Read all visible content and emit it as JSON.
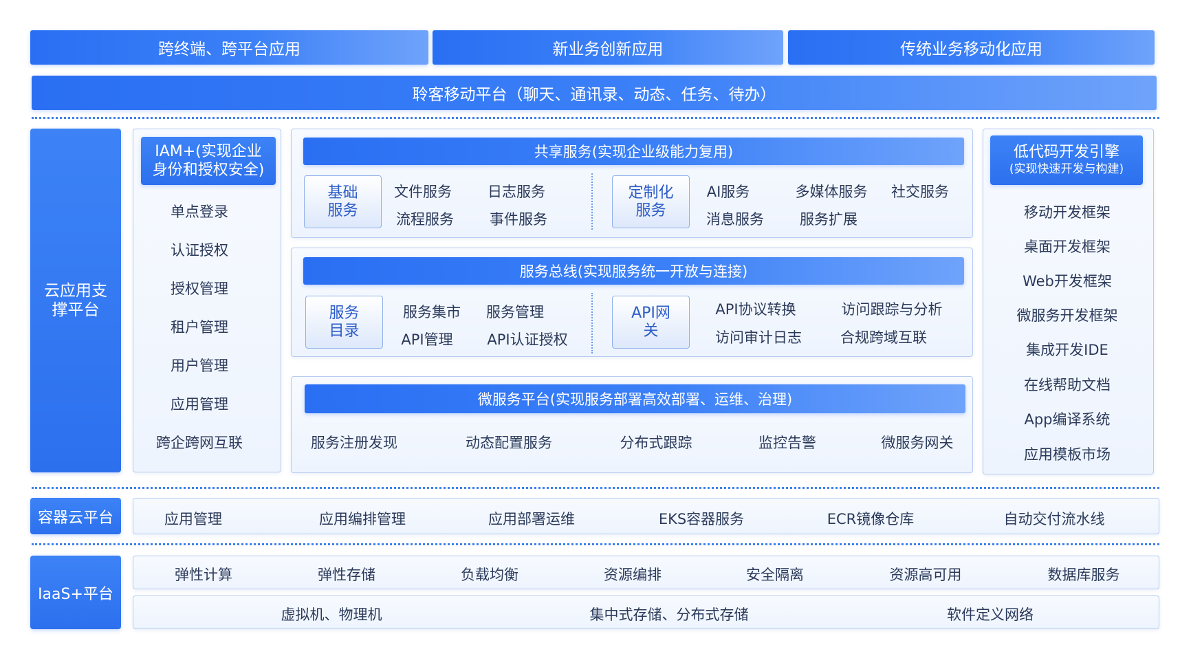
{
  "top_apps": [
    "跨终端、跨平台应用",
    "新业务创新应用",
    "传统业务移动化应用"
  ],
  "mobile_platform": "聆客移动平台（聊天、通讯录、动态、任务、待办）",
  "cloud_support": {
    "title": "云应用支撑平台",
    "iam": {
      "title": "IAM+(实现企业身份和授权安全)",
      "items": [
        "单点登录",
        "认证授权",
        "授权管理",
        "租户管理",
        "用户管理",
        "应用管理",
        "跨企跨网互联"
      ]
    },
    "shared_services": {
      "title": "共享服务(实现企业级能力复用)",
      "basic": {
        "label": "基础服务",
        "items": [
          "文件服务",
          "日志服务",
          "流程服务",
          "事件服务"
        ]
      },
      "custom": {
        "label": "定制化服务",
        "items": [
          "AI服务",
          "多媒体服务",
          "社交服务",
          "消息服务",
          "服务扩展"
        ]
      }
    },
    "service_bus": {
      "title": "服务总线(实现服务统一开放与连接)",
      "catalog": {
        "label": "服务目录",
        "items": [
          "服务集市",
          "服务管理",
          "API管理",
          "API认证授权"
        ]
      },
      "gateway": {
        "label": "API网关",
        "items": [
          "API协议转换",
          "访问跟踪与分析",
          "访问审计日志",
          "合规跨域互联"
        ]
      }
    },
    "microservice": {
      "title": "微服务平台(实现服务部署高效部署、运维、治理)",
      "items": [
        "服务注册发现",
        "动态配置服务",
        "分布式跟踪",
        "监控告警",
        "微服务网关"
      ]
    },
    "lowcode": {
      "title": "低代码开发引擎",
      "subtitle": "(实现快速开发与构建)",
      "items": [
        "移动开发框架",
        "桌面开发框架",
        "Web开发框架",
        "微服务开发框架",
        "集成开发IDE",
        "在线帮助文档",
        "App编译系统",
        "应用模板市场"
      ]
    }
  },
  "container": {
    "title": "容器云平台",
    "items": [
      "应用管理",
      "应用编排管理",
      "应用部署运维",
      "EKS容器服务",
      "ECR镜像仓库",
      "自动交付流水线"
    ]
  },
  "iaas": {
    "title": "IaaS+平台",
    "row1": [
      "弹性计算",
      "弹性存储",
      "负载均衡",
      "资源编排",
      "安全隔离",
      "资源高可用",
      "数据库服务"
    ],
    "row2": [
      "虚拟机、物理机",
      "集中式存储、分布式存储",
      "软件定义网络"
    ]
  }
}
